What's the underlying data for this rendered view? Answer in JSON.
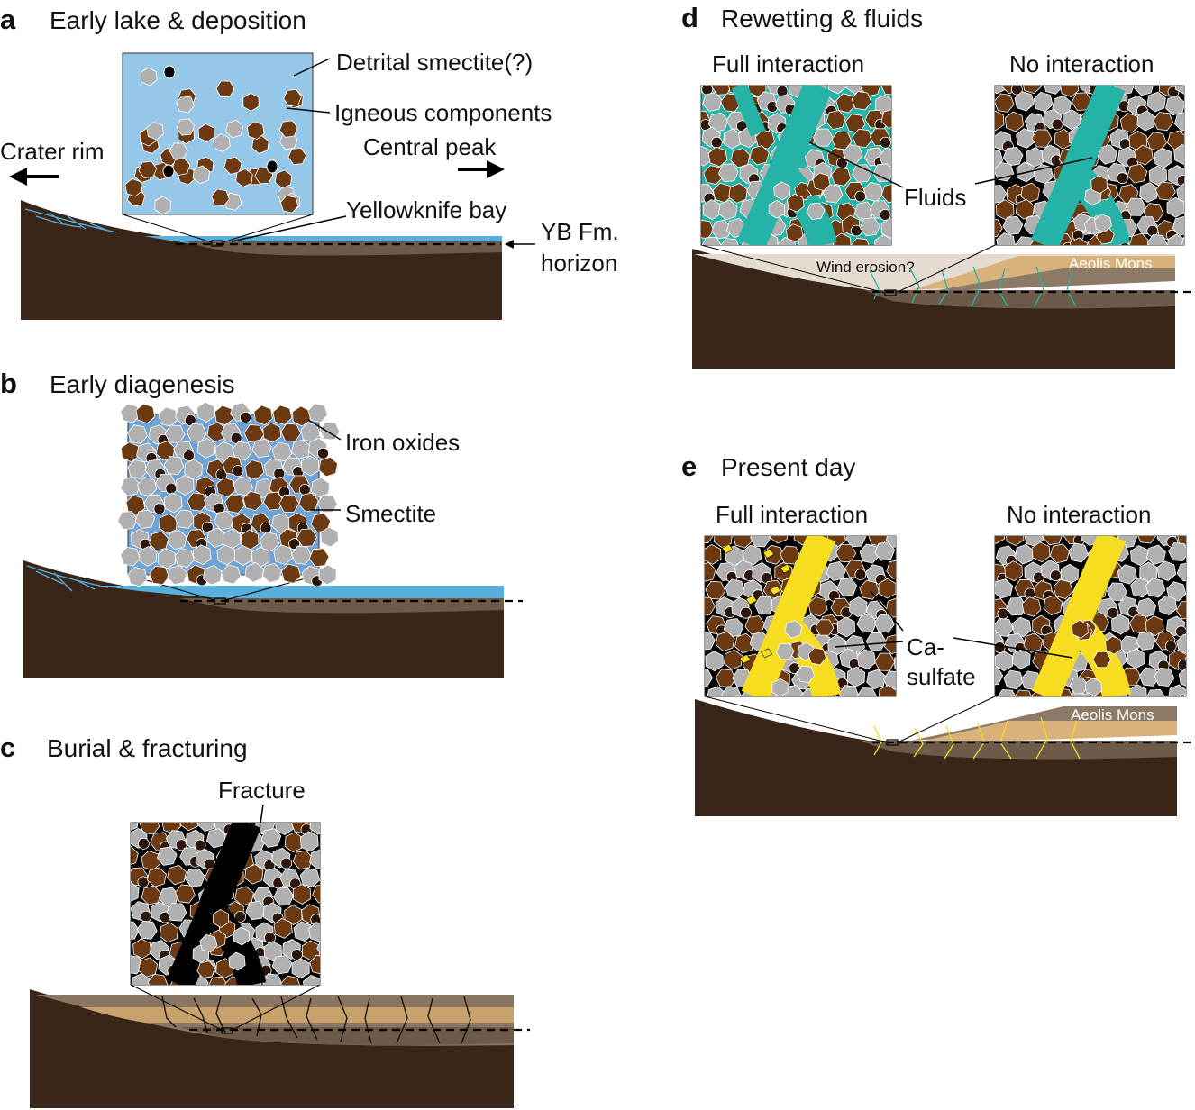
{
  "panels": {
    "a": {
      "letter": "a",
      "title": "Early lake & deposition",
      "labels": {
        "detrital": "Detrital smectite(?)",
        "igneous": "Igneous components",
        "crater_rim": "Crater rim",
        "central_peak": "Central peak",
        "yellowknife": "Yellowknife bay",
        "yb_fm": "YB Fm.",
        "horizon": "horizon"
      }
    },
    "b": {
      "letter": "b",
      "title": "Early diagenesis",
      "labels": {
        "iron_oxides": "Iron oxides",
        "smectite": "Smectite"
      }
    },
    "c": {
      "letter": "c",
      "title": "Burial & fracturing",
      "labels": {
        "fracture": "Fracture"
      }
    },
    "d": {
      "letter": "d",
      "title": "Rewetting & fluids",
      "labels": {
        "full": "Full interaction",
        "none": "No interaction",
        "fluids": "Fluids",
        "wind": "Wind erosion?",
        "aeolis": "Aeolis Mons"
      }
    },
    "e": {
      "letter": "e",
      "title": "Present day",
      "labels": {
        "full": "Full interaction",
        "none": "No interaction",
        "ca": "Ca-",
        "sulfate": "sulfate",
        "aeolis": "Aeolis Mons"
      }
    }
  },
  "colors": {
    "ground": "#3a2519",
    "lake": "#5aaedc",
    "inset_water": "#95c8e8",
    "grain_gray": "#b0b0b0",
    "grain_brown": "#6b3a12",
    "iron_oxide": "#2b160c",
    "smectite": "#6fa3d6",
    "fluid": "#24b3a6",
    "ca_sulfate": "#f7dd1f",
    "sandstone": "#c9a26b",
    "mudstone": "#857564"
  }
}
